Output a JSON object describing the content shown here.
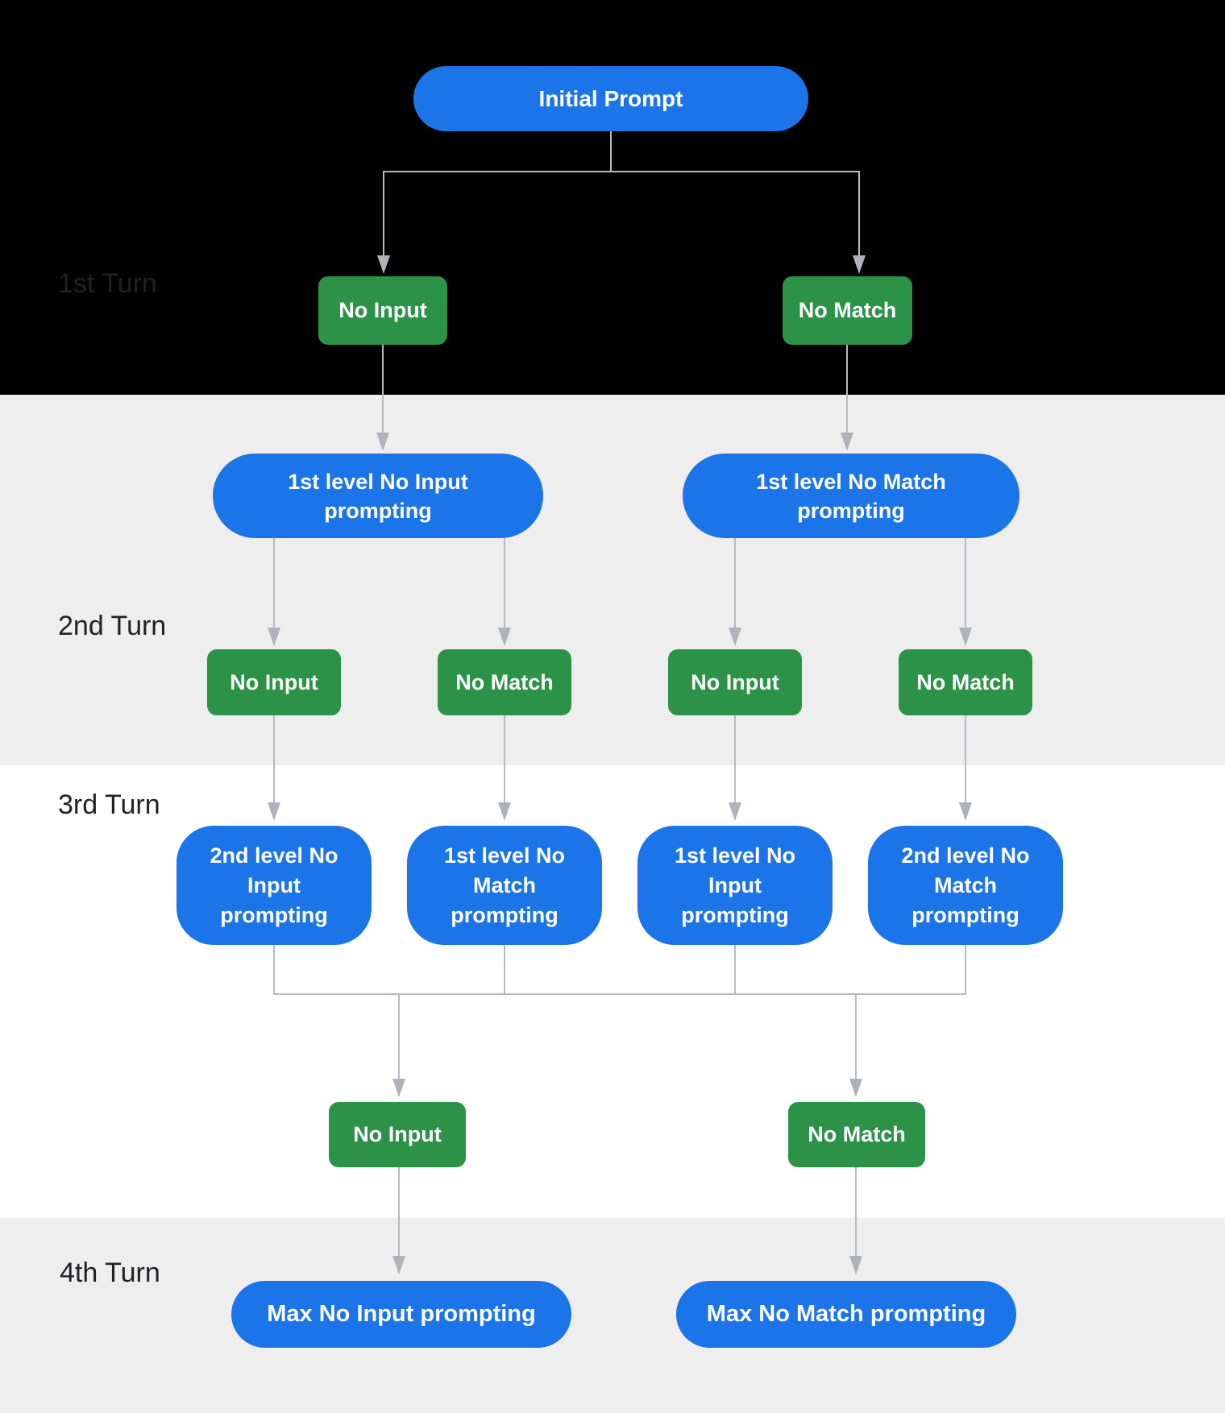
{
  "colors": {
    "band_turn1": "#000000",
    "band_turn2": "#eeeeee",
    "band_turn3": "#ffffff",
    "band_turn4": "#eeeeee",
    "node_blue": "#1b74e8",
    "node_green": "#2b9247",
    "node_text": "#ffffff",
    "turn_label_text": "#202124",
    "connector_line": "#b7bbc1",
    "arrowhead": "#aeb3b9"
  },
  "turn_labels": {
    "turn1": "1st Turn",
    "turn2": "2nd Turn",
    "turn3": "3rd Turn",
    "turn4": "4th Turn"
  },
  "nodes": {
    "initial_prompt": "Initial Prompt",
    "turn1_no_input": "No Input",
    "turn1_no_match": "No Match",
    "level1_no_input_prompting": "1st level No Input prompting",
    "level1_no_match_prompting": "1st level No Match prompting",
    "turn2_left_no_input": "No Input",
    "turn2_left_no_match": "No Match",
    "turn2_right_no_input": "No Input",
    "turn2_right_no_match": "No Match",
    "turn3_level2_no_input_prompting": "2nd level No Input prompting",
    "turn3_level1_no_match_prompting": "1st level No Match prompting",
    "turn3_level1_no_input_prompting": "1st level No Input prompting",
    "turn3_level2_no_match_prompting": "2nd level No Match prompting",
    "turn4_no_input": "No Input",
    "turn4_no_match": "No Match",
    "max_no_input_prompting": "Max No Input prompting",
    "max_no_match_prompting": "Max No Match prompting"
  }
}
